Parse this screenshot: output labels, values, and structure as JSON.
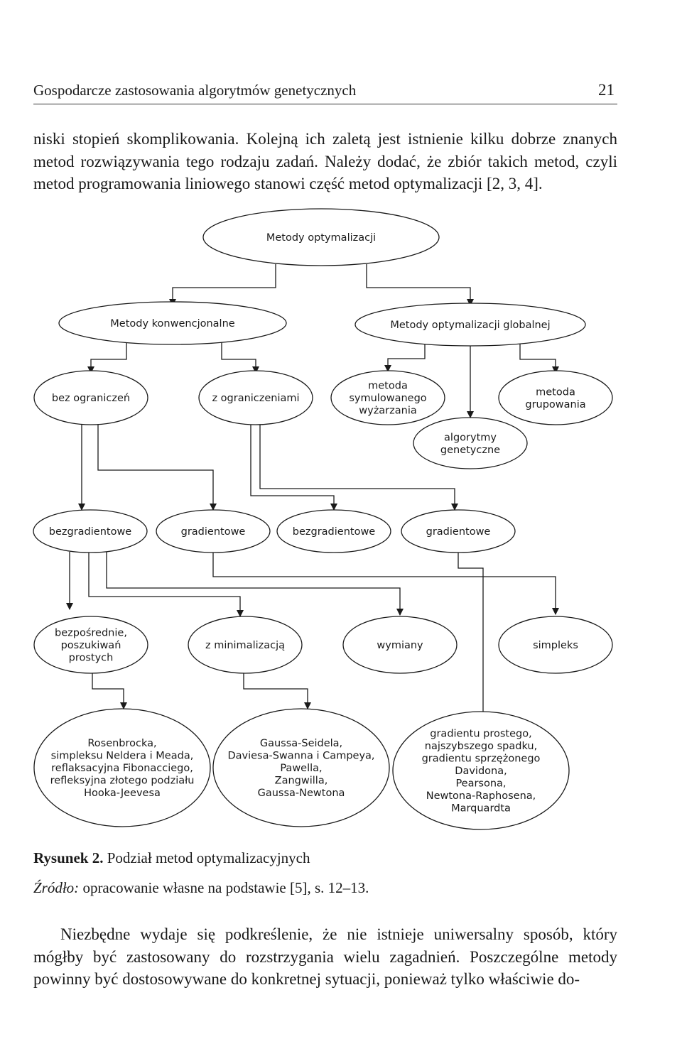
{
  "header": {
    "title": "Gospodarcze zastosowania algorytmów genetycznych",
    "page_number": "21"
  },
  "paragraph_1": "niski stopień skomplikowania. Kolejną ich zaletą jest istnienie kilku dobrze znanych metod rozwiązywania tego rodzaju zadań. Należy dodać, że zbiór takich metod, czyli metod programowania liniowego stanowi część metod optymalizacji [2, 3, 4].",
  "diagram": {
    "nodes": {
      "root": [
        "Metody optymalizacji"
      ],
      "conventional": [
        "Metody konwencjonalne"
      ],
      "global": [
        "Metody optymalizacji globalnej"
      ],
      "unconstrained": [
        "bez ograniczeń"
      ],
      "constrained": [
        "z ograniczeniami"
      ],
      "annealing": [
        "metoda",
        "symulowanego",
        "wyżarzania"
      ],
      "grouping": [
        "metoda",
        "grupowania"
      ],
      "genetic": [
        "algorytmy",
        "genetyczne"
      ],
      "uc_gradient_free": [
        "bezgradientowe"
      ],
      "uc_gradient": [
        "gradientowe"
      ],
      "c_gradient_free": [
        "bezgradientowe"
      ],
      "c_gradient": [
        "gradientowe"
      ],
      "direct_search": [
        "bezpośrednie,",
        "poszukiwań",
        "prostych"
      ],
      "minimization": [
        "z minimalizacją"
      ],
      "exchange": [
        "wymiany"
      ],
      "simplex": [
        "simpleks"
      ],
      "methods_direct": [
        "Rosenbrocka,",
        "simpleksu Neldera i Meada,",
        "reflaksacyjna Fibonacciego,",
        "refleksyjna złotego podziału",
        "Hooka-Jeevesa"
      ],
      "methods_min": [
        "Gaussa-Seidela,",
        "Daviesa-Swanna i Campeya,",
        "Pawella,",
        "Zangwilla,",
        "Gaussa-Newtona"
      ],
      "methods_gradient": [
        "gradientu prostego,",
        "najszybszego spadku,",
        "gradientu sprzężonego",
        "Davidona,",
        "Pearsona,",
        "Newtona-Raphosena,",
        "Marquardta"
      ]
    }
  },
  "caption": {
    "label": "Rysunek 2.",
    "text": " Podział metod optymalizacyjnych"
  },
  "source": {
    "label": "Źródło:",
    "text": " opracowanie własne na podstawie [5], s. 12–13."
  },
  "paragraph_2": "Niezbędne wydaje się podkreślenie, że nie istnieje uniwersalny sposób, który mógłby być zastosowany do rozstrzygania wielu zagadnień. Poszczególne metody powinny być dostosowywane do konkretnej sytuacji, ponieważ tylko właściwie do-"
}
